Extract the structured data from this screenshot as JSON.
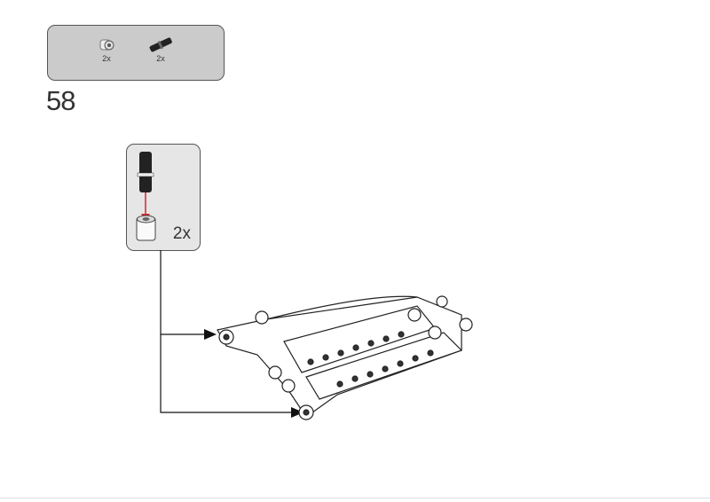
{
  "parts_list": {
    "items": [
      {
        "icon": "bush-icon",
        "qty": "2x"
      },
      {
        "icon": "axle-pin-icon",
        "qty": "2x"
      }
    ]
  },
  "step_number": "58",
  "callout": {
    "multiplier": "2x"
  },
  "colors": {
    "panel": "#cbcbcb",
    "callout": "#e6e6e6",
    "arrow": "#d6252a"
  }
}
